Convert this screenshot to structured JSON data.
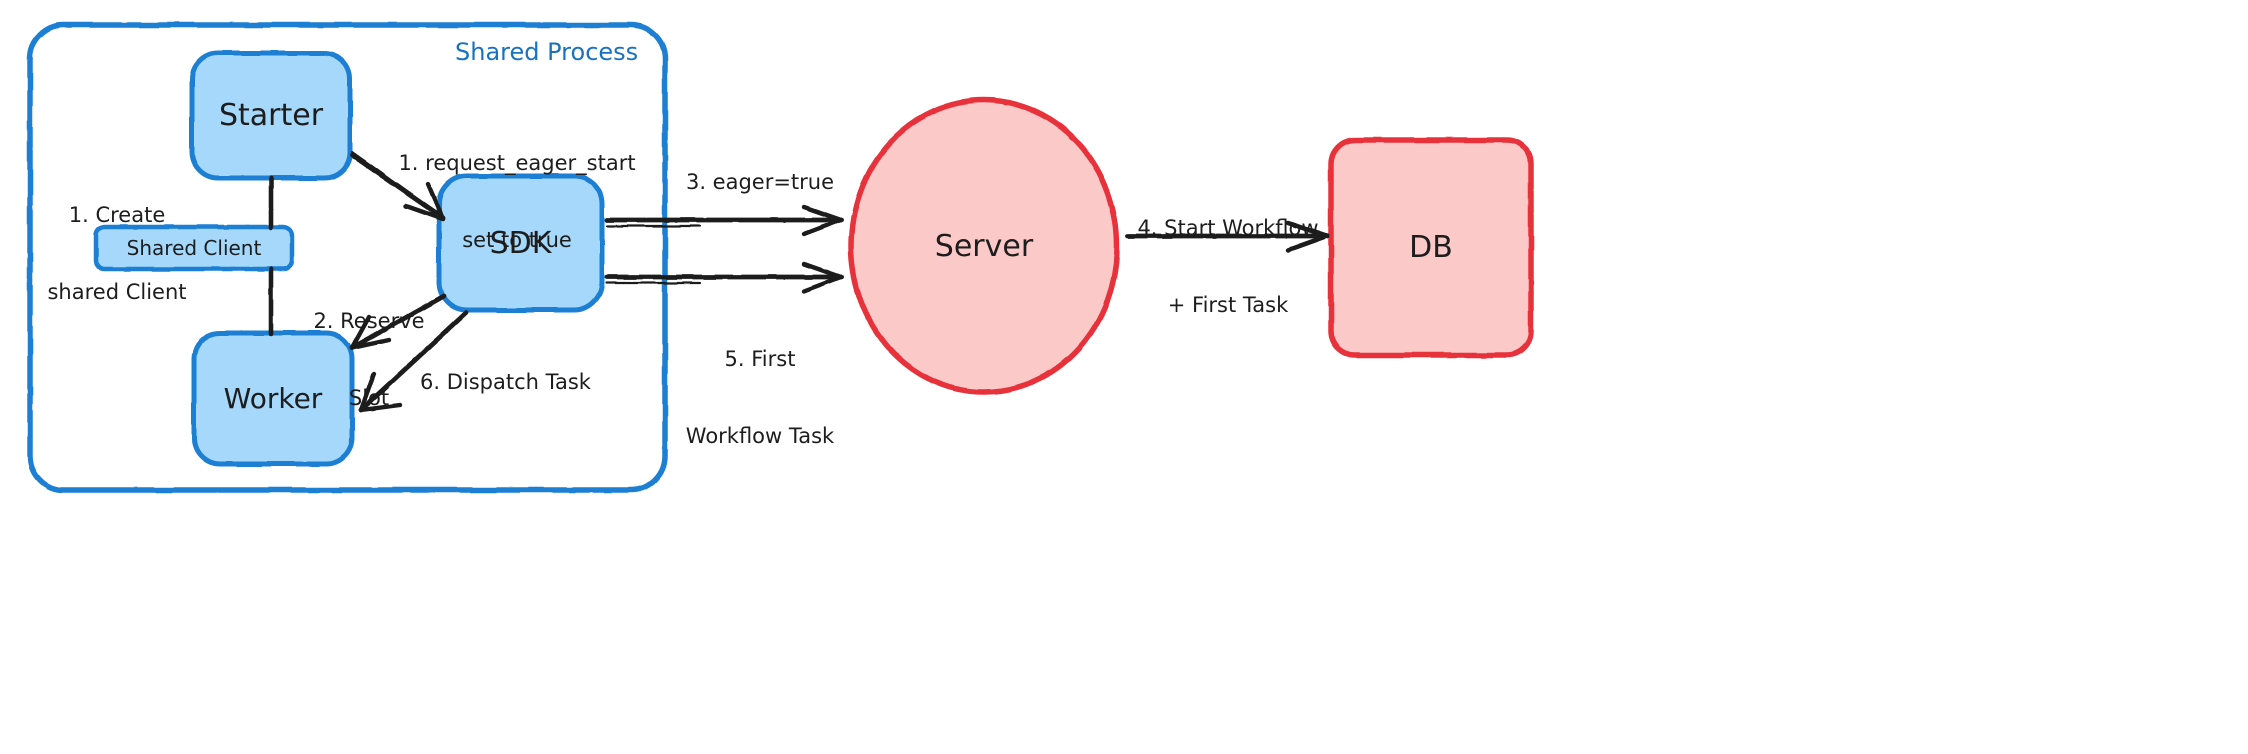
{
  "diagram": {
    "type": "flowchart",
    "style": "hand-drawn sketch",
    "background": "#ffffff",
    "colors": {
      "blue_fill": "#a5d8fb",
      "blue_stroke": "#1a7fd4",
      "blue_text": "#1971c2",
      "red_fill": "#fcc9c9",
      "red_stroke": "#e8333a",
      "arrow": "#1d1d1d",
      "text": "#1d1d1d"
    }
  },
  "group": {
    "title": "Shared Process",
    "title_color": "#1971c2"
  },
  "nodes": [
    {
      "id": "starter",
      "label": "Starter",
      "shape": "rounded-rect",
      "color": "blue"
    },
    {
      "id": "shared-client",
      "label": "Shared Client",
      "shape": "rounded-rect",
      "color": "blue"
    },
    {
      "id": "worker",
      "label": "Worker",
      "shape": "rounded-rect",
      "color": "blue"
    },
    {
      "id": "sdk",
      "label": "SDK",
      "shape": "rounded-rect",
      "color": "blue"
    },
    {
      "id": "server",
      "label": "Server",
      "shape": "ellipse",
      "color": "red"
    },
    {
      "id": "db",
      "label": "DB",
      "shape": "rounded-rect",
      "color": "red"
    }
  ],
  "edges": [
    {
      "id": "e1",
      "from": "starter",
      "to": "sdk",
      "label": "1. request_eager_start\nset to true",
      "arrow": true
    },
    {
      "id": "e0",
      "from": "starter",
      "to": "worker",
      "label": "1. Create\nshared Client",
      "arrow": false
    },
    {
      "id": "e2",
      "from": "sdk",
      "to": "worker",
      "label": "2. Reserve\nSlot",
      "arrow": true
    },
    {
      "id": "e3",
      "from": "sdk",
      "to": "server",
      "label": "3. eager=true",
      "arrow": true
    },
    {
      "id": "e4",
      "from": "server",
      "to": "db",
      "label": "4. Start Workflow\n+ First Task",
      "arrow": true
    },
    {
      "id": "e5",
      "from": "server",
      "to": "sdk",
      "label": "5. First\nWorkflow Task",
      "arrow": true
    },
    {
      "id": "e6",
      "from": "sdk",
      "to": "worker",
      "label": "6. Dispatch Task",
      "arrow": true
    }
  ],
  "edge_labels": {
    "l1_line1": "1. request_eager_start",
    "l1_line2": "set to true",
    "l0_line1": "1. Create",
    "l0_line2": "shared Client",
    "l2_line1": "2. Reserve",
    "l2_line2": "Slot",
    "l3": "3. eager=true",
    "l4_line1": "4. Start Workflow",
    "l4_line2": "+ First Task",
    "l5_line1": "5. First",
    "l5_line2": "Workflow Task",
    "l6": "6. Dispatch Task"
  }
}
